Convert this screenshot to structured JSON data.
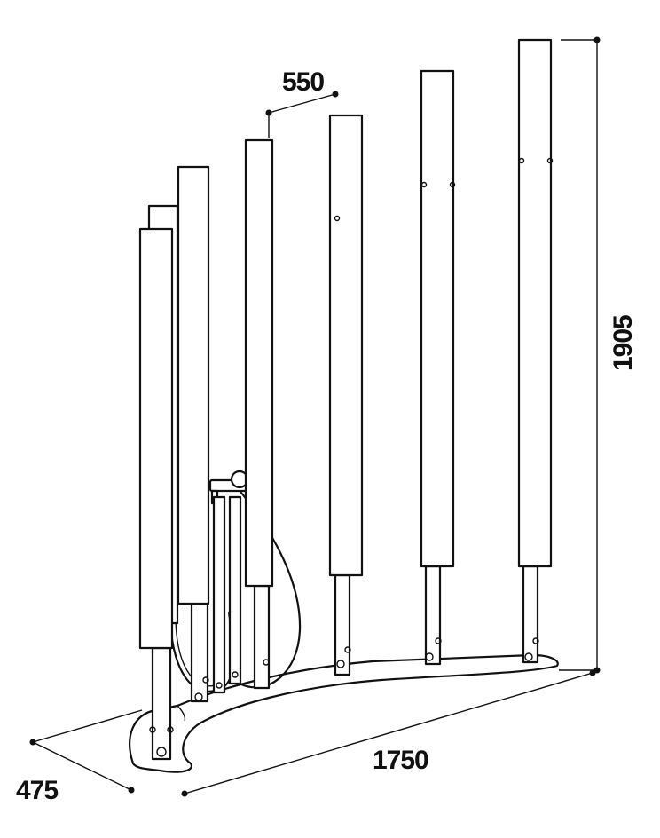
{
  "dimensions": {
    "height_label": "1905",
    "length_label": "1750",
    "depth_label": "475",
    "spacing_label": "550"
  },
  "colors": {
    "line": "#111111",
    "background": "#ffffff"
  }
}
